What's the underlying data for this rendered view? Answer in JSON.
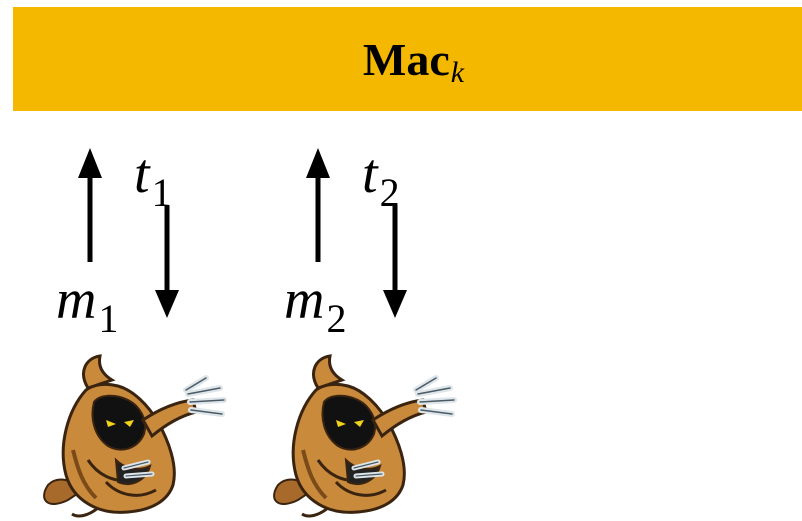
{
  "oracle": {
    "label": "Mac",
    "label_subscript": "k",
    "bar_color": "#f5b800"
  },
  "queries": [
    {
      "message": "m",
      "message_subscript": "1",
      "tag": "t",
      "tag_subscript": "1",
      "adversary_icon": "hooded-adversary-icon"
    },
    {
      "message": "m",
      "message_subscript": "2",
      "tag": "t",
      "tag_subscript": "2",
      "adversary_icon": "hooded-adversary-icon"
    }
  ]
}
